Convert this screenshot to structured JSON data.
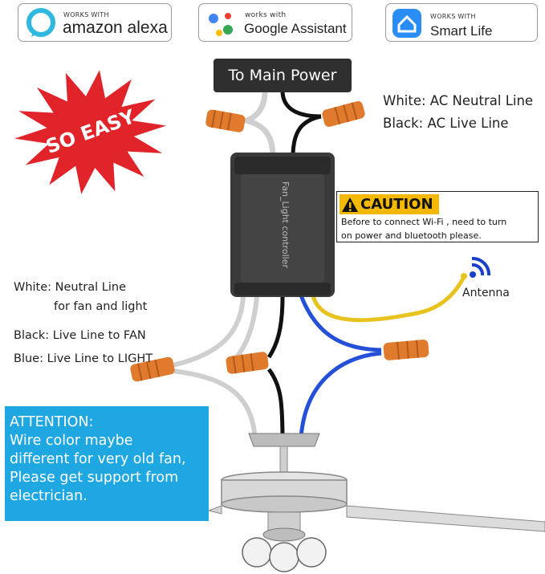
{
  "badges": {
    "alexa": {
      "small": "WORKS WITH",
      "brand": "amazon alexa",
      "color": "#2fb8e0"
    },
    "google": {
      "small": "works with",
      "brand": "Google Assistant"
    },
    "smart_life": {
      "small": "WORKS WITH",
      "brand": "Smart Life",
      "color": "#2a8df5"
    }
  },
  "main_power": "To Main Power",
  "starburst_text": "SO EASY",
  "ac_labels": {
    "white": "White: AC Neutral Line",
    "black": "Black: AC Live Line"
  },
  "controller_text": "Fan_Light controller",
  "caution": {
    "title": "CAUTION",
    "line1": "Before to connect Wi-Fi , need to turn",
    "line2": "on power and bluetooth please."
  },
  "antenna_label": "Antenna",
  "fan_labels": {
    "white_line1": "White: Neutral Line",
    "white_line2": "for fan and light",
    "black": "Black: Live Line to FAN",
    "blue": "Blue: Live Line to LIGHT"
  },
  "attention": {
    "line1": "ATTENTION:",
    "line2": "Wire color maybe",
    "line3": "different for very old fan,",
    "line4": "Please get support from",
    "line5": "electrician."
  },
  "colors": {
    "wire_white": "#cfcfcf",
    "wire_black": "#111111",
    "wire_blue": "#2450d8",
    "wire_yellow": "#e8c21f",
    "connector": "#e07a2c",
    "starburst": "#e0242a",
    "attention_bg": "#1ea7e1",
    "caution_bg": "#f5b800"
  }
}
